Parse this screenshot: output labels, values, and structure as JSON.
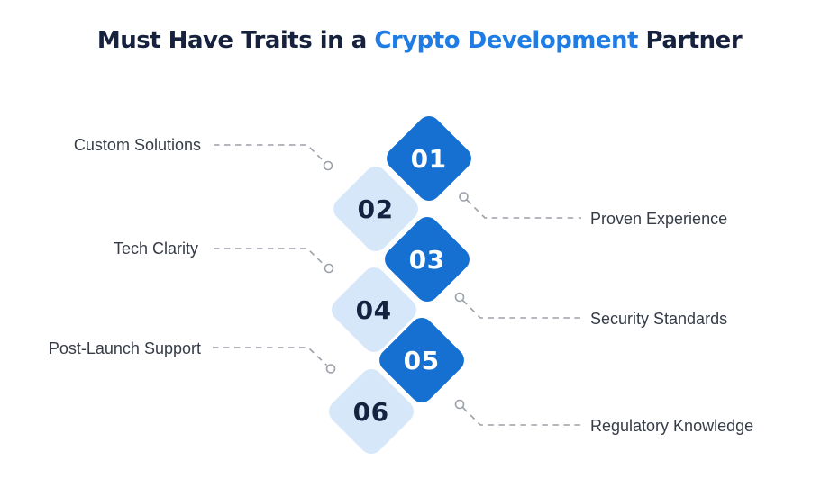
{
  "title": {
    "prefix": "Must Have Traits in a ",
    "highlight": "Crypto Development",
    "suffix": " Partner"
  },
  "items": [
    {
      "number": "01",
      "label": "Custom Solutions",
      "side": "left",
      "tone": "dark"
    },
    {
      "number": "02",
      "label": "Proven Experience",
      "side": "right",
      "tone": "light"
    },
    {
      "number": "03",
      "label": "Tech Clarity",
      "side": "left",
      "tone": "dark"
    },
    {
      "number": "04",
      "label": "Security Standards",
      "side": "right",
      "tone": "light"
    },
    {
      "number": "05",
      "label": "Post-Launch Support",
      "side": "left",
      "tone": "dark"
    },
    {
      "number": "06",
      "label": "Regulatory Knowledge",
      "side": "right",
      "tone": "light"
    }
  ],
  "colors": {
    "background": "#ffffff",
    "title_text": "#15213d",
    "title_highlight": "#1e7ce4",
    "diamond_dark": "#1570d2",
    "diamond_light": "#d7e7fa",
    "number_on_dark": "#ffffff",
    "number_on_light": "#14233f",
    "label_text": "#363c47",
    "connector": "#9ba1a8"
  }
}
